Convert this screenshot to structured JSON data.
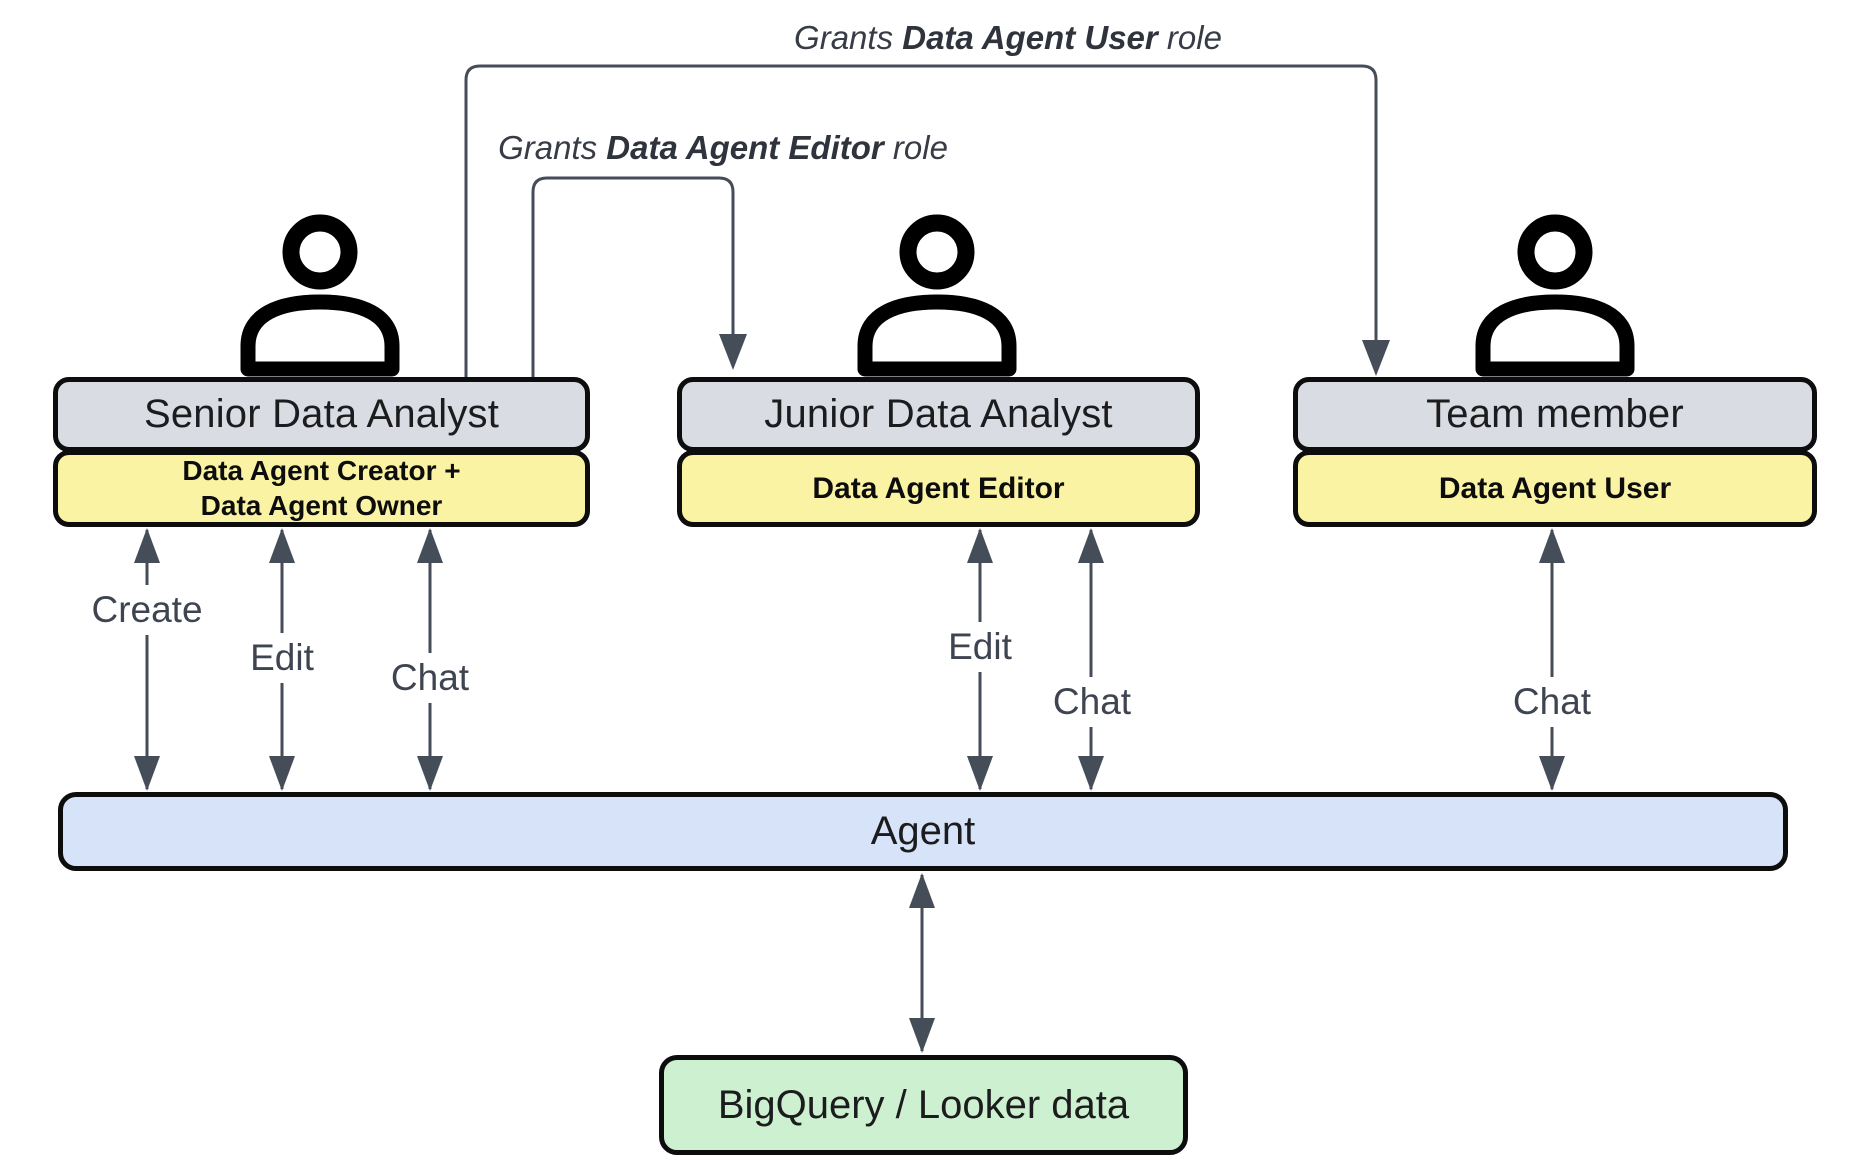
{
  "grants": [
    {
      "prefix": "Grants ",
      "bold": "Data Agent User",
      "suffix": " role"
    },
    {
      "prefix": "Grants ",
      "bold": "Data Agent Editor",
      "suffix": " role"
    }
  ],
  "actors": [
    {
      "title": "Senior Data Analyst",
      "role_line1": "Data Agent Creator +",
      "role_line2": "Data Agent Owner"
    },
    {
      "title": "Junior Data Analyst",
      "role": "Data Agent Editor"
    },
    {
      "title": "Team member",
      "role": "Data Agent User"
    }
  ],
  "action_labels": [
    "Create",
    "Edit",
    "Chat",
    "Edit",
    "Chat",
    "Chat"
  ],
  "agent": {
    "label": "Agent"
  },
  "datasource": {
    "label": "BigQuery / Looker data"
  },
  "icons": {
    "person": "person-icon"
  },
  "colors": {
    "actor_fill": "#d9dce2",
    "role_fill": "#faf3a3",
    "agent_fill": "#d7e3f9",
    "datasource_fill": "#cdf0d0",
    "connector": "#454d59",
    "border": "#0d0d0d"
  }
}
